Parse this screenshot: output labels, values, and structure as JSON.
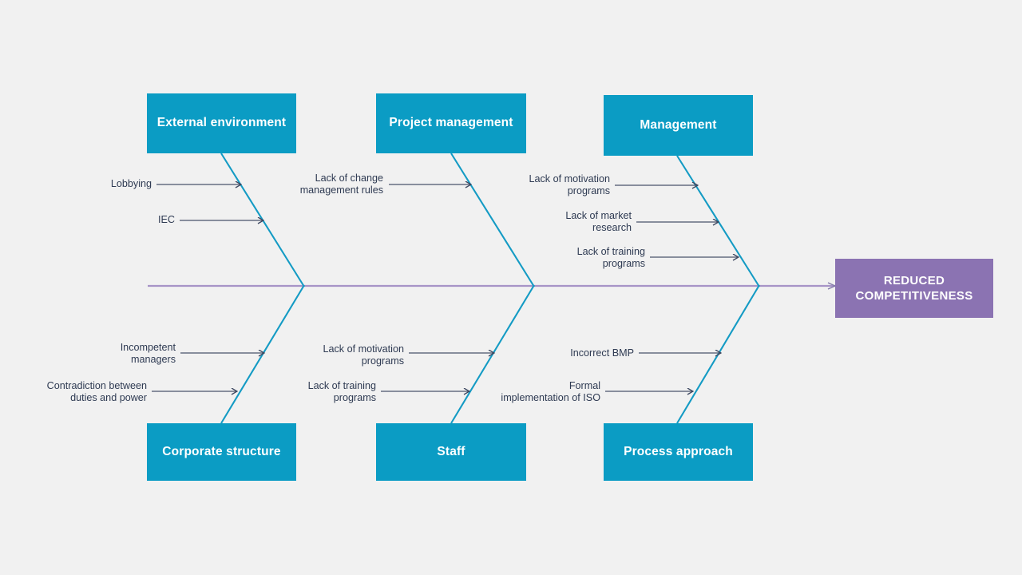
{
  "diagram": {
    "type": "fishbone-ishikawa",
    "background_color": "#f1f1f1",
    "category_color": "#0b9cc4",
    "effect_color": "#8b73b2",
    "bone_color": "#149bc4",
    "spine_color": "#a794c7",
    "cause_line_color": "#4a546b",
    "effect": {
      "line1": "REDUCED",
      "line2": "COMPETITIVENESS"
    },
    "categories": [
      {
        "id": "external-environment",
        "label": "External environment",
        "position": "top"
      },
      {
        "id": "project-management",
        "label": "Project management",
        "position": "top"
      },
      {
        "id": "management",
        "label": "Management",
        "position": "top"
      },
      {
        "id": "corporate-structure",
        "label": "Corporate structure",
        "position": "bottom"
      },
      {
        "id": "staff",
        "label": "Staff",
        "position": "bottom"
      },
      {
        "id": "process-approach",
        "label": "Process approach",
        "position": "bottom"
      }
    ],
    "causes": {
      "external_environment": [
        {
          "label": "Lobbying"
        },
        {
          "label": "IEC"
        }
      ],
      "project_management": [
        {
          "label": "Lack of change\nmanagement rules"
        }
      ],
      "management": [
        {
          "label": "Lack of motivation\nprograms"
        },
        {
          "label": "Lack of market\nresearch"
        },
        {
          "label": "Lack of training\nprograms"
        }
      ],
      "corporate_structure": [
        {
          "label": "Incompetent\nmanagers"
        },
        {
          "label": "Contradiction between\nduties and power"
        }
      ],
      "staff": [
        {
          "label": "Lack of motivation\nprograms"
        },
        {
          "label": "Lack of training\nprograms"
        }
      ],
      "process_approach": [
        {
          "label": "Incorrect BMP"
        },
        {
          "label": "Formal\nimplementation of ISO"
        }
      ]
    }
  }
}
